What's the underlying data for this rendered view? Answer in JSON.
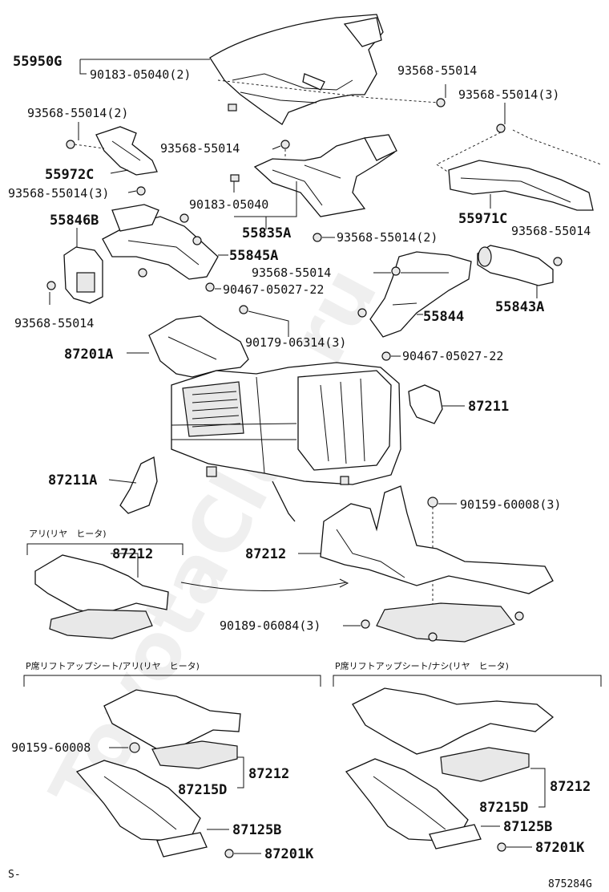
{
  "watermark": "ToyotaClub.ru",
  "footer_left": "S-",
  "diagram_id": "875284G",
  "captions": {
    "with_rear_heater": "アリ(リヤ　ヒータ)",
    "p_lift_with": "P席リフトアップシート/アリ(リヤ　ヒータ)",
    "p_lift_without": "P席リフトアップシート/ナシ(リヤ　ヒータ)"
  },
  "labels": {
    "p55950G": "55950G",
    "p90183_05040_2": "90183-05040(2)",
    "p93568_top": "93568-55014",
    "p93568_3_right": "93568-55014(3)",
    "p93568_2_left": "93568-55014(2)",
    "p93568_mid": "93568-55014",
    "p55972C": "55972C",
    "p93568_3_left": "93568-55014(3)",
    "p90183_05040": "90183-05040",
    "p55971C": "55971C",
    "p55846B": "55846B",
    "p55835A": "55835A",
    "p93568_2_mid": "93568-55014(2)",
    "p93568_right2": "93568-55014",
    "p55845A": "55845A",
    "p93568_center": "93568-55014",
    "p90467_a": "90467-05027-22",
    "p93568_leftlow": "93568-55014",
    "p55844": "55844",
    "p55843A": "55843A",
    "p90179": "90179-06314(3)",
    "p87201A": "87201A",
    "p90467_b": "90467-05027-22",
    "p87211": "87211",
    "p87211A": "87211A",
    "p90159_3": "90159-60008(3)",
    "p87212_inset": "87212",
    "p87212_main": "87212",
    "p90189": "90189-06084(3)",
    "p90159_l": "90159-60008",
    "p87212_l": "87212",
    "p87215D_l": "87215D",
    "p87125B_l": "87125B",
    "p87201K_l": "87201K",
    "p87212_r": "87212",
    "p87215D_r": "87215D",
    "p87125B_r": "87125B",
    "p87201K_r": "87201K"
  }
}
